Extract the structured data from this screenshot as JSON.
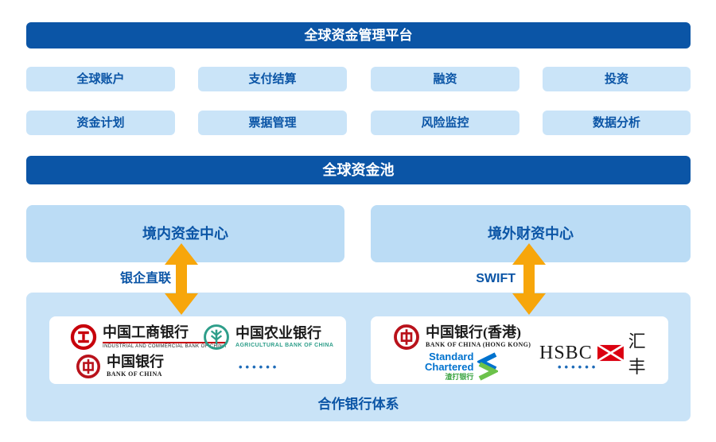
{
  "colors": {
    "banner_blue": "#0B55A6",
    "feature_bg": "#CAE4F8",
    "center_bg": "#BBDCF5",
    "partner_bg": "#C9E3F7",
    "arrow_orange": "#F7A60B",
    "icbc_red": "#C7000B",
    "abc_green": "#2E9E8A",
    "boc_red": "#B9121B",
    "hsbc_red": "#DB0011",
    "scb_blue": "#0072CE",
    "scb_green": "#6CC24A"
  },
  "platform": {
    "title": "全球资金管理平台"
  },
  "features": {
    "row1": [
      "全球账户",
      "支付结算",
      "融资",
      "投资"
    ],
    "row2": [
      "资金计划",
      "票据管理",
      "风险监控",
      "数据分析"
    ]
  },
  "pool": {
    "title": "全球资金池"
  },
  "centers": {
    "domestic": "境内资金中心",
    "overseas": "境外财资中心"
  },
  "links": {
    "domestic": "银企直联",
    "overseas": "SWIFT"
  },
  "partner": {
    "title": "合作银行体系",
    "banks": {
      "icbc": {
        "name": "中国工商银行",
        "subtitle": "INDUSTRIAL AND COMMERCIAL BANK OF CHINA"
      },
      "abc": {
        "name": "中国农业银行",
        "subtitle": "AGRICULTURAL BANK OF CHINA"
      },
      "boc": {
        "name": "中国银行",
        "subtitle": "BANK OF CHINA"
      },
      "bochk": {
        "name": "中国银行(香港)",
        "subtitle": "BANK OF CHINA (HONG KONG)"
      },
      "hsbc": {
        "name": "HSBC",
        "cn": "汇丰"
      },
      "scb": {
        "line1": "Standard",
        "line2": "Chartered",
        "cn": "渣打银行"
      },
      "more": "••••••"
    }
  }
}
